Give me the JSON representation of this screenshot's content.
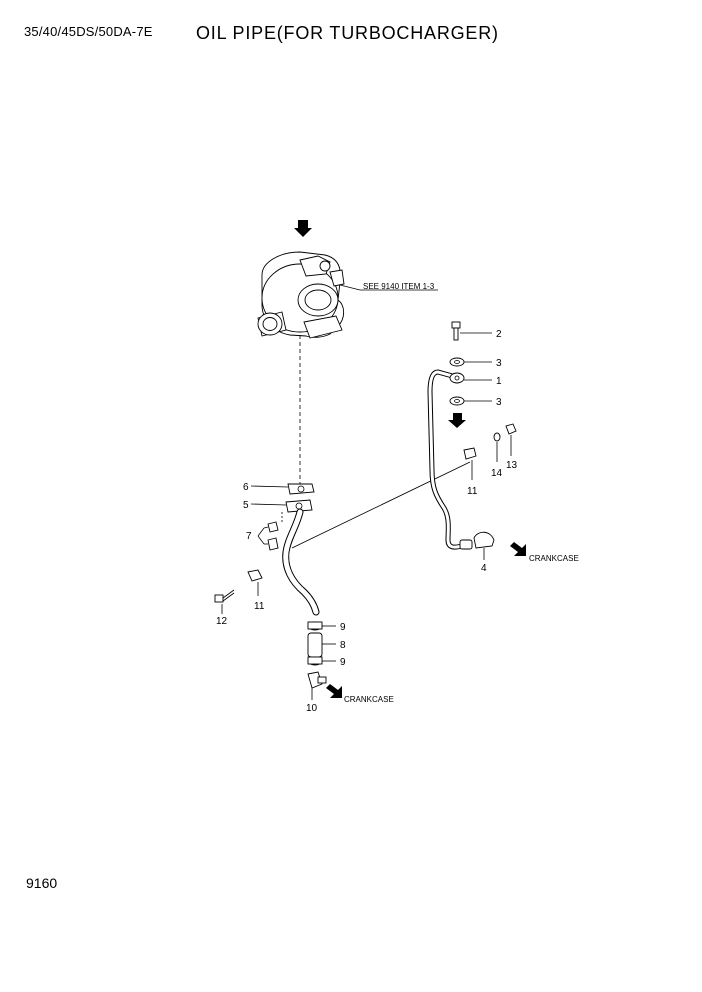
{
  "header": {
    "model": "35/40/45DS/50DA-7E",
    "title": "OIL PIPE(FOR TURBOCHARGER)"
  },
  "footer": {
    "page_number": "9160"
  },
  "diagram": {
    "reference_note": "SEE 9140 ITEM 1-3",
    "crankcase_label_1": "CRANKCASE",
    "crankcase_label_2": "CRANKCASE",
    "callouts": {
      "c1": "1",
      "c2": "2",
      "c3a": "3",
      "c3b": "3",
      "c4": "4",
      "c5": "5",
      "c6": "6",
      "c7": "7",
      "c8": "8",
      "c9a": "9",
      "c9b": "9",
      "c10": "10",
      "c11a": "11",
      "c11b": "11",
      "c12": "12",
      "c13": "13",
      "c14": "14"
    }
  }
}
